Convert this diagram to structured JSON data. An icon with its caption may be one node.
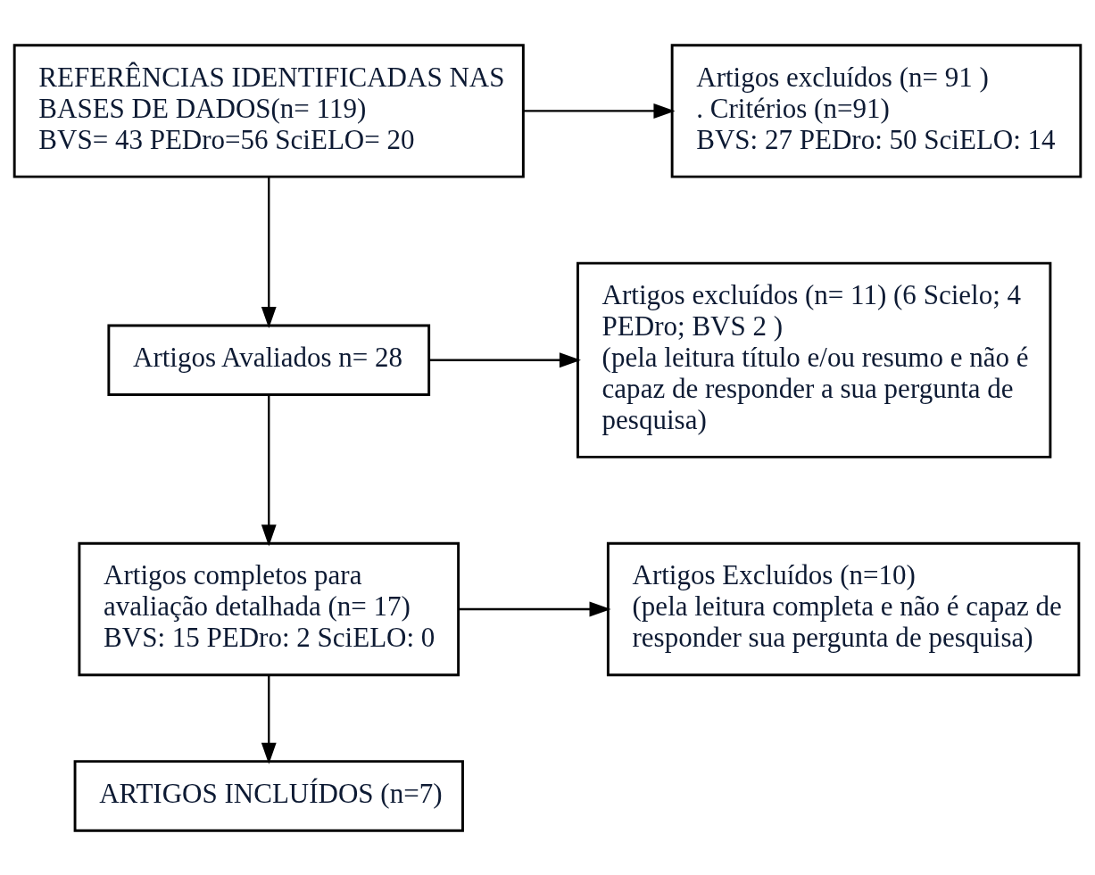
{
  "diagram": {
    "nodes": [
      {
        "text": [
          "REFERÊNCIAS IDENTIFICADAS NAS BASES DE DADOS(n= 119)",
          "BVS= 43 PEDro=56 SciELO= 20"
        ]
      },
      {
        "text": [
          "Artigos excluídos (n= 91 )",
          ". Critérios (n=91)",
          "BVS: 27 PEDro: 50 SciELO: 14"
        ]
      },
      {
        "text": [
          "Artigos Avaliados n= 28"
        ]
      },
      {
        "text": [
          "Artigos excluídos (n= 11) (6 Scielo; 4 PEDro; BVS 2 )",
          "(pela leitura título e/ou resumo e não é capaz de responder a sua pergunta de pesquisa)"
        ]
      },
      {
        "text": [
          "Artigos completos para avaliação detalhada (n= 17)",
          "BVS: 15 PEDro: 2 SciELO: 0"
        ]
      },
      {
        "text": [
          "Artigos Excluídos (n=10)",
          "(pela leitura completa e não é capaz de responder sua pergunta de pesquisa)"
        ]
      },
      {
        "text": [
          "ARTIGOS INCLUÍDOS (n=7)"
        ]
      }
    ],
    "edges": [
      {
        "from": 0,
        "to": 1,
        "arrow": "to"
      },
      {
        "from": 0,
        "to": 2,
        "arrow": "to"
      },
      {
        "from": 2,
        "to": 3,
        "arrow": "to"
      },
      {
        "from": 2,
        "to": 4,
        "arrow": "to"
      },
      {
        "from": 4,
        "to": 5,
        "arrow": "to"
      },
      {
        "from": 4,
        "to": 6,
        "arrow": "to"
      }
    ]
  }
}
